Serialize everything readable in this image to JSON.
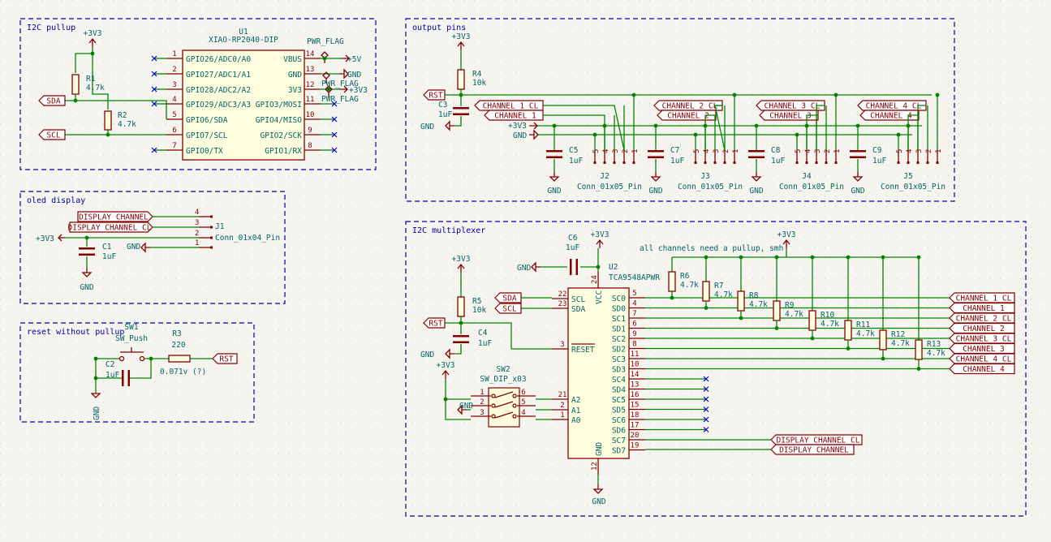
{
  "frames": {
    "i2c_pullup": "I2C pullup",
    "output_pins": "output pins",
    "oled_display": "oled display",
    "reset": "reset without pullup",
    "mux": "I2C multiplexer"
  },
  "note": "all channels need a pullup, smh",
  "power": {
    "v33": "+3V3",
    "v5": "+5V",
    "gnd": "GND",
    "pwr_flag": "PWR_FLAG"
  },
  "labels": {
    "sda": "SDA",
    "scl": "SCL",
    "rst": "RST",
    "ch1_cl": "CHANNEL_1_CL",
    "ch1": "CHANNEL_1",
    "ch2_cl": "CHANNEL_2_CL",
    "ch2": "CHANNEL_2",
    "ch3_cl": "CHANNEL_3_CL",
    "ch3": "CHANNEL_3",
    "ch4_cl": "CHANNEL_4_CL",
    "ch4": "CHANNEL_4",
    "disp": "DISPLAY_CHANNEL",
    "disp_cl": "DISPLAY_CHANNEL_CL"
  },
  "u1": {
    "ref": "U1",
    "value": "XIAO-RP2040-DIP",
    "left_pins": [
      {
        "num": "1",
        "name": "GPIO26/ADC0/A0"
      },
      {
        "num": "2",
        "name": "GPIO27/ADC1/A1"
      },
      {
        "num": "3",
        "name": "GPIO28/ADC2/A2"
      },
      {
        "num": "4",
        "name": "GPIO29/ADC3/A3"
      },
      {
        "num": "5",
        "name": "GPIO6/SDA"
      },
      {
        "num": "6",
        "name": "GPIO7/SCL"
      },
      {
        "num": "7",
        "name": "GPIO0/TX"
      }
    ],
    "right_pins": [
      {
        "num": "14",
        "name": "VBUS"
      },
      {
        "num": "13",
        "name": "GND"
      },
      {
        "num": "12",
        "name": "3V3"
      },
      {
        "num": "11",
        "name": "GPIO3/MOSI"
      },
      {
        "num": "10",
        "name": "GPIO4/MISO"
      },
      {
        "num": "9",
        "name": "GPIO2/SCK"
      },
      {
        "num": "8",
        "name": "GPIO1/RX"
      }
    ]
  },
  "r1": {
    "ref": "R1",
    "value": "4.7k"
  },
  "r2": {
    "ref": "R2",
    "value": "4.7k"
  },
  "r3": {
    "ref": "R3",
    "value": "220"
  },
  "r3_note": "0.071v (?)",
  "r4": {
    "ref": "R4",
    "value": "10k"
  },
  "r5": {
    "ref": "R5",
    "value": "10k"
  },
  "pullups": [
    {
      "ref": "R6",
      "value": "4.7k"
    },
    {
      "ref": "R7",
      "value": "4.7k"
    },
    {
      "ref": "R8",
      "value": "4.7k"
    },
    {
      "ref": "R9",
      "value": "4.7k"
    },
    {
      "ref": "R10",
      "value": "4.7k"
    },
    {
      "ref": "R11",
      "value": "4.7k"
    },
    {
      "ref": "R12",
      "value": "4.7k"
    },
    {
      "ref": "R13",
      "value": "4.7k"
    }
  ],
  "caps": {
    "c1": {
      "ref": "C1",
      "value": "1uF"
    },
    "c2": {
      "ref": "C2",
      "value": "1uF"
    },
    "c3": {
      "ref": "C3",
      "value": "1uF"
    },
    "c4": {
      "ref": "C4",
      "value": "1uF"
    },
    "c5": {
      "ref": "C5",
      "value": "1uF"
    },
    "c6": {
      "ref": "C6",
      "value": "1uF"
    },
    "c7": {
      "ref": "C7",
      "value": "1uF"
    },
    "c8": {
      "ref": "C8",
      "value": "1uF"
    },
    "c9": {
      "ref": "C9",
      "value": "1uF"
    }
  },
  "connectors": {
    "j1": {
      "ref": "J1",
      "value": "Conn_01x04_Pin",
      "pins": [
        "4",
        "3",
        "2",
        "1"
      ]
    },
    "j2": {
      "ref": "J2",
      "value": "Conn_01x05_Pin"
    },
    "j3": {
      "ref": "J3",
      "value": "Conn_01x05_Pin"
    },
    "j4": {
      "ref": "J4",
      "value": "Conn_01x05_Pin"
    },
    "j5": {
      "ref": "J5",
      "value": "Conn_01x05_Pin"
    },
    "pin_numbers": [
      "1",
      "2",
      "3",
      "4",
      "5"
    ]
  },
  "sw1": {
    "ref": "SW1",
    "value": "SW_Push"
  },
  "sw2": {
    "ref": "SW2",
    "value": "SW_DIP_x03",
    "pins_left": [
      "1",
      "2",
      "3"
    ],
    "pins_right": [
      "6",
      "5",
      "4"
    ]
  },
  "u2": {
    "ref": "U2",
    "value": "TCA9548APWR",
    "vcc": {
      "num": "24",
      "name": "VCC"
    },
    "gnd": {
      "num": "12",
      "name": "GND"
    },
    "left_pins": [
      {
        "num": "22",
        "name": "SCL"
      },
      {
        "num": "23",
        "name": "SDA"
      },
      {
        "num": "3",
        "name": "RESET"
      },
      {
        "num": "21",
        "name": "A2"
      },
      {
        "num": "2",
        "name": "A1"
      },
      {
        "num": "1",
        "name": "A0"
      }
    ],
    "right_pins": [
      {
        "num": "5",
        "name": "SC0"
      },
      {
        "num": "4",
        "name": "SD0"
      },
      {
        "num": "7",
        "name": "SC1"
      },
      {
        "num": "6",
        "name": "SD1"
      },
      {
        "num": "9",
        "name": "SC2"
      },
      {
        "num": "8",
        "name": "SD2"
      },
      {
        "num": "11",
        "name": "SC3"
      },
      {
        "num": "10",
        "name": "SD3"
      },
      {
        "num": "14",
        "name": "SC4"
      },
      {
        "num": "13",
        "name": "SD4"
      },
      {
        "num": "16",
        "name": "SC5"
      },
      {
        "num": "15",
        "name": "SD5"
      },
      {
        "num": "18",
        "name": "SC6"
      },
      {
        "num": "17",
        "name": "SD6"
      },
      {
        "num": "20",
        "name": "SC7"
      },
      {
        "num": "19",
        "name": "SD7"
      }
    ]
  }
}
